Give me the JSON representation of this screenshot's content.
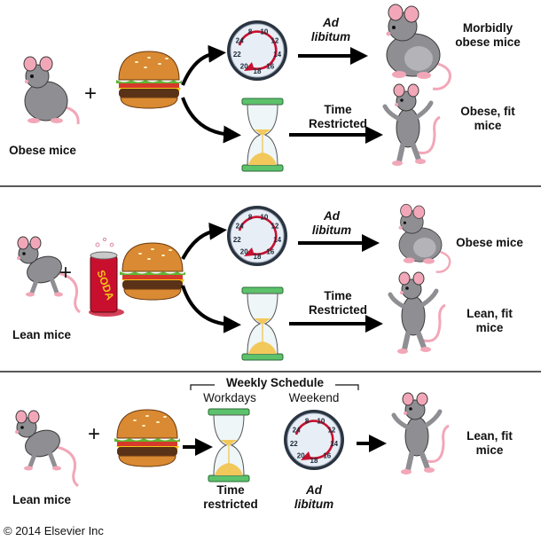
{
  "panels": [
    {
      "start_label": "Obese mice",
      "operator": "+",
      "upper_label_1": "Ad",
      "upper_label_2": "libitum",
      "upper_result_1": "Morbidly",
      "upper_result_2": "obese mice",
      "lower_label_1": "Time",
      "lower_label_2": "Restricted",
      "lower_result_1": "Obese, fit",
      "lower_result_2": "mice"
    },
    {
      "start_label": "Lean mice",
      "operator": "+",
      "soda_text": "SODA",
      "upper_label_1": "Ad",
      "upper_label_2": "libitum",
      "upper_result_1": "Obese mice",
      "lower_label_1": "Time",
      "lower_label_2": "Restricted",
      "lower_result_1": "Lean, fit",
      "lower_result_2": "mice"
    },
    {
      "start_label": "Lean mice",
      "operator": "+",
      "schedule_title": "Weekly Schedule",
      "workdays": "Workdays",
      "weekend": "Weekend",
      "time_label_1": "Time",
      "time_label_2": "restricted",
      "ad_label_1": "Ad",
      "ad_label_2": "libitum",
      "result_1": "Lean, fit",
      "result_2": "mice"
    }
  ],
  "clock_numbers": [
    "8",
    "10",
    "12",
    "14",
    "16",
    "18",
    "20",
    "22",
    "24"
  ],
  "copyright": "© 2014 Elsevier Inc",
  "colors": {
    "clock_arrow": "#c8102e",
    "clock_face": "#e8eef6",
    "clock_rim": "#2a3440",
    "hourglass_cap": "#5cc26b",
    "sand": "#f2c85a",
    "mouse_body": "#8e8e93",
    "mouse_pink": "#f2a7b8",
    "divider": "#222222"
  }
}
